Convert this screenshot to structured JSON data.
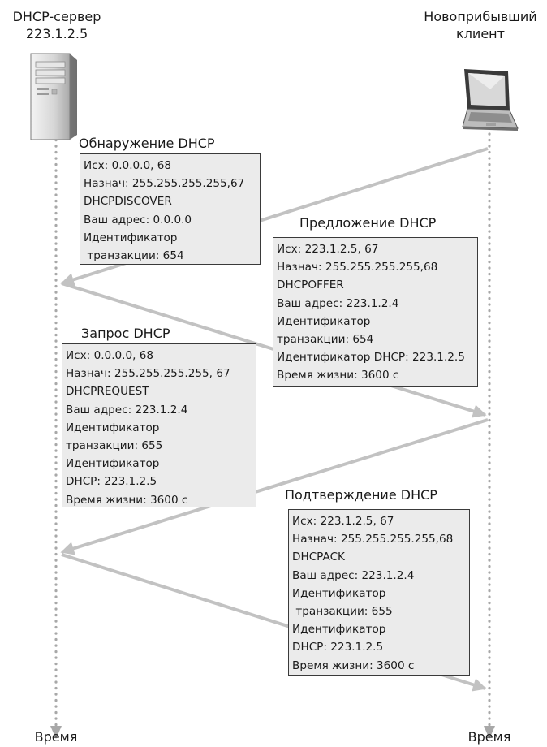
{
  "server": {
    "label_line1": "DHCP-сервер",
    "label_line2": "223.1.2.5",
    "icon": "server-icon"
  },
  "client": {
    "label_line1": "Новоприбывший",
    "label_line2": "клиент",
    "icon": "laptop-icon"
  },
  "time_labels": {
    "left": "Время",
    "right": "Время"
  },
  "messages": [
    {
      "title": "Обнаружение DHCP",
      "lines": [
        "Исх: 0.0.0.0, 68",
        "Назнач: 255.255.255.255,67",
        "DHCPDISCOVER",
        "Ваш адрес: 0.0.0.0",
        "Идентификатор",
        " транзакции: 654"
      ]
    },
    {
      "title": "Предложение DHCP",
      "lines": [
        "Исх: 223.1.2.5, 67",
        "Назнач: 255.255.255.255,68",
        "DHCPOFFER",
        "Ваш адрес: 223.1.2.4",
        "Идентификатор",
        "транзакции: 654",
        "Идентификатор DHCP: 223.1.2.5",
        "Время жизни: 3600 с"
      ]
    },
    {
      "title": "Запрос DHCP",
      "lines": [
        "Исх: 0.0.0.0, 68",
        "Назнач: 255.255.255.255, 67",
        "DHCPREQUEST",
        "Ваш адрес: 223.1.2.4",
        "Идентификатор",
        "транзакции: 655",
        "Идентификатор",
        "DHCP: 223.1.2.5",
        "Время жизни: 3600 с"
      ]
    },
    {
      "title": "Подтверждение DHCP",
      "lines": [
        "Исх: 223.1.2.5, 67",
        "Назнач: 255.255.255.255,68",
        "DHCPACK",
        "Ваш адрес: 223.1.2.4",
        "Идентификатор",
        " транзакции: 655",
        "Идентификатор",
        "DHCP: 223.1.2.5",
        "Время жизни: 3600 с"
      ]
    }
  ],
  "colors": {
    "line": "#c2c2c2",
    "box_fill": "#ebebeb",
    "box_border": "#3a3a3a",
    "timeline": "#a8a8a8"
  }
}
